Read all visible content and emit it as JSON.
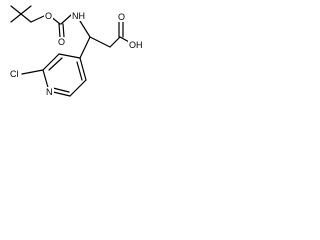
{
  "molecule": {
    "atom_labels": {
      "o_carbamate_top": "O",
      "o_carbamate_ester": "O",
      "nh": "NH",
      "o_acid_carbonyl": "O",
      "oh": "OH",
      "n_pyridine": "N",
      "cl": "Cl"
    }
  },
  "colors": {
    "bond": "#000000",
    "text": "#000000",
    "background": "#ffffff"
  }
}
